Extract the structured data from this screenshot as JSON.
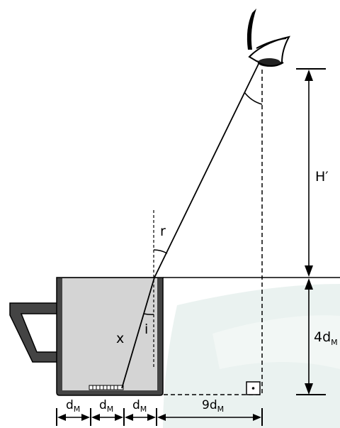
{
  "labels": {
    "height": "H′",
    "refraction_angle": "r",
    "incidence_angle": "i",
    "ray_length": "x",
    "depth_coef": "4d",
    "depth_sub": "M",
    "width_unit": "d",
    "width_sub": "M",
    "distance_coef": "9d",
    "distance_sub": "M"
  },
  "colors": {
    "water": "#d4d4d4",
    "stroke": "#000000",
    "vessel": "#444444",
    "background_glow": "#e8f1ee"
  }
}
